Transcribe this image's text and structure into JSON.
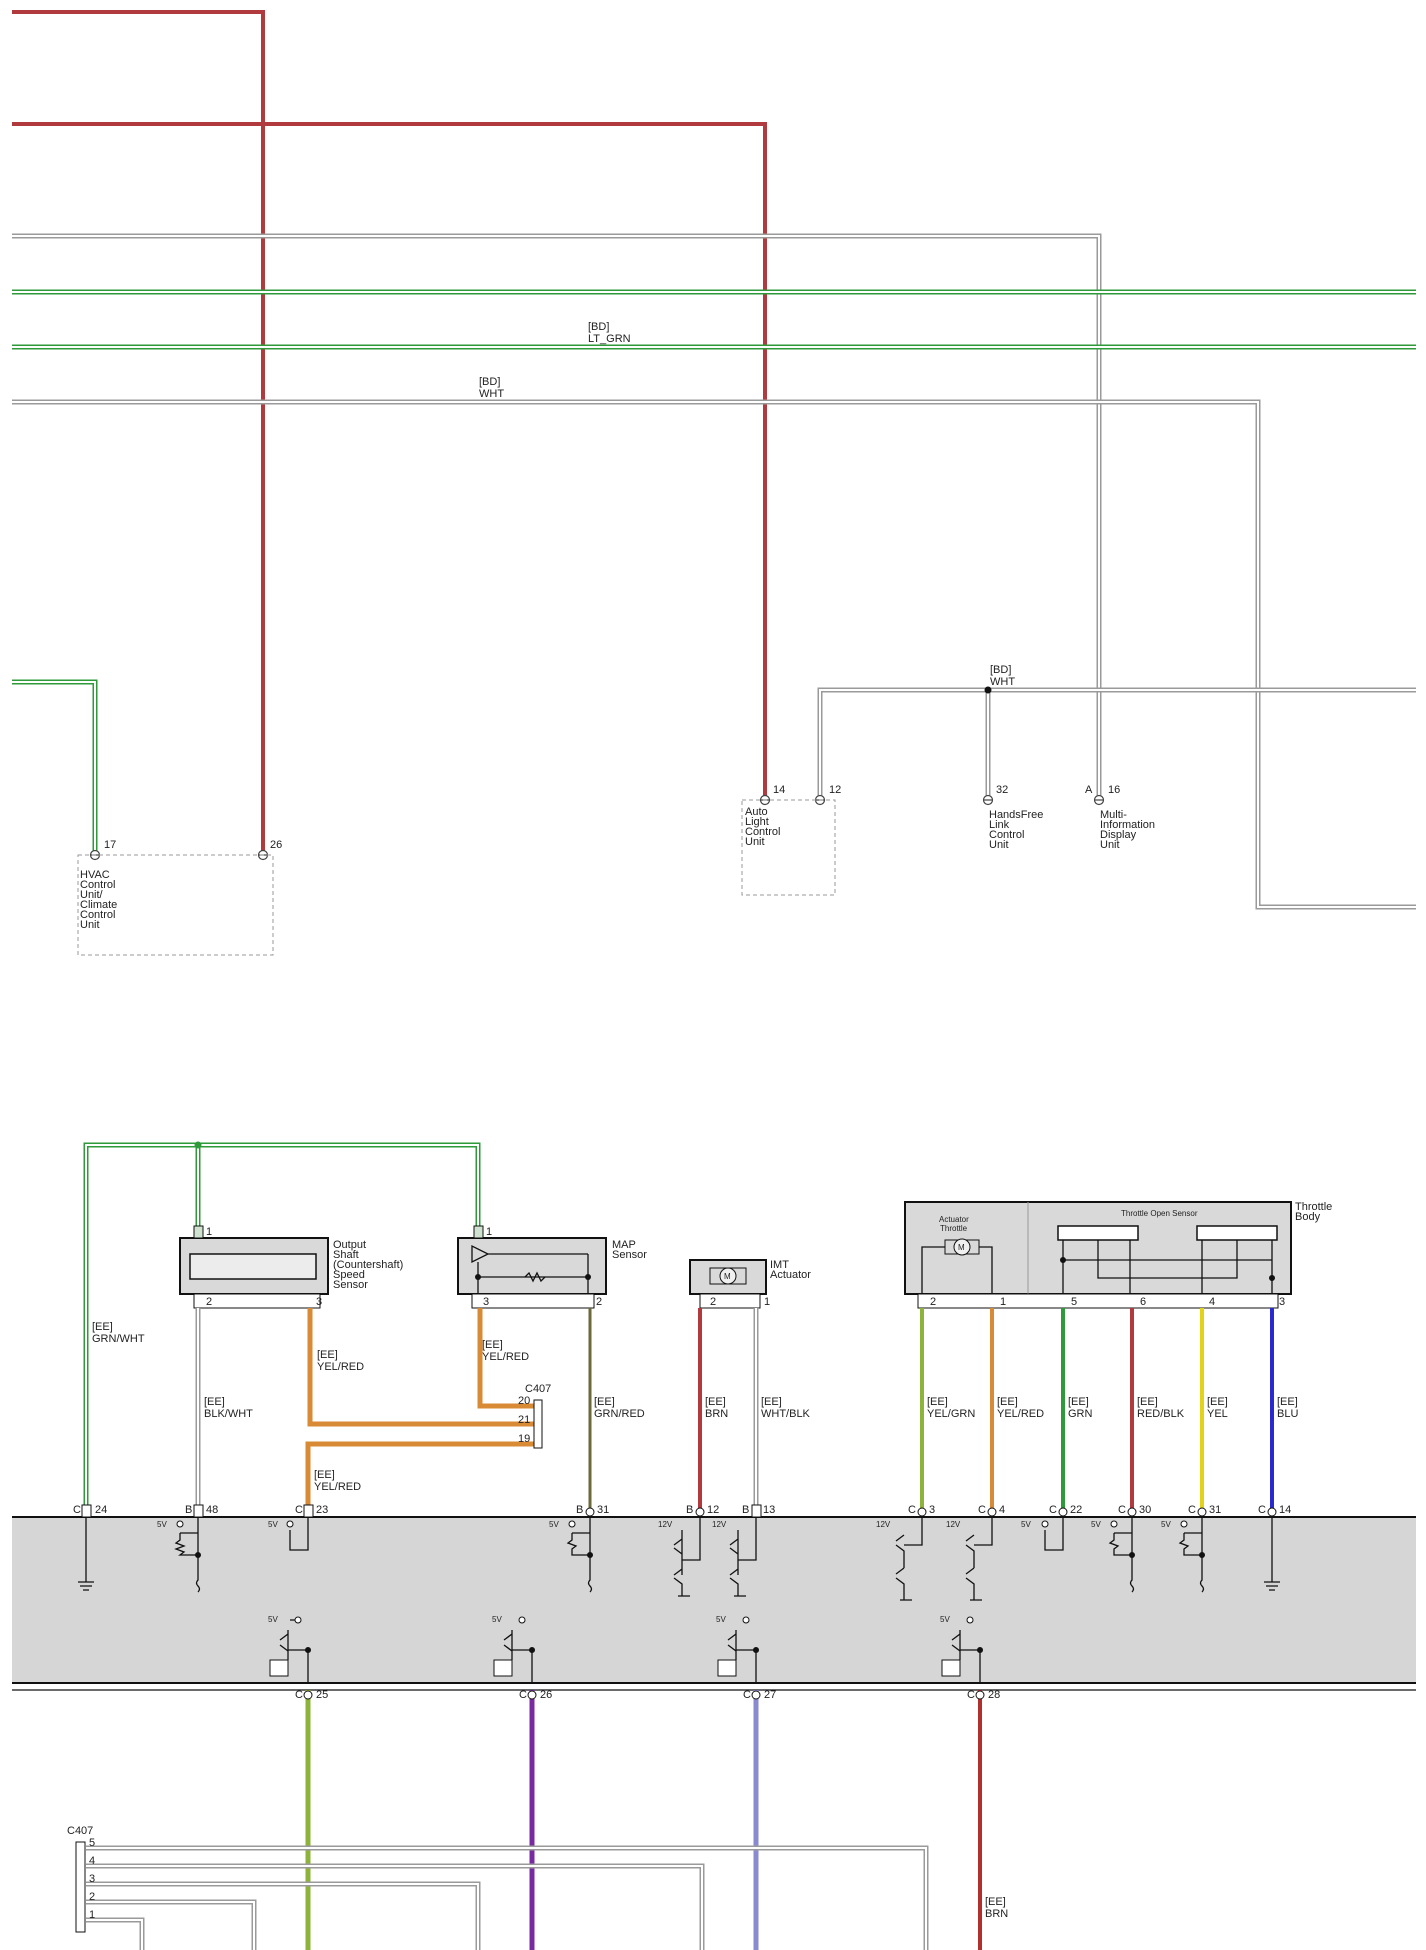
{
  "colors": {
    "red": "#b03a3e",
    "green": "#2e9a3a",
    "lt_green": "#3fb04a",
    "white_wire": "#9a9a9a",
    "orange": "#d98a35",
    "yel_grn": "#8db33a",
    "yel": "#e2d21a",
    "blu": "#2a2ad0",
    "purple": "#7a2aa0",
    "lt_blue": "#8a8ad0",
    "brn_red": "#b0302e",
    "ecm_fill": "#d6d6d6",
    "component_fill": "#d9d9d9"
  },
  "wire_labels": {
    "lt_grn": [
      "[BD]",
      "LT_GRN"
    ],
    "wht_top": [
      "[BD]",
      "WHT"
    ],
    "wht_mid": [
      "[BD]",
      "WHT"
    ],
    "grn_wht": [
      "[EE]",
      "GRN/WHT"
    ],
    "blk_wht": [
      "[EE]",
      "BLK/WHT"
    ],
    "yel_red_1": [
      "[EE]",
      "YEL/RED"
    ],
    "yel_red_2": [
      "[EE]",
      "YEL/RED"
    ],
    "yel_red_3": [
      "[EE]",
      "YEL/RED"
    ],
    "grn_red": [
      "[EE]",
      "GRN/RED"
    ],
    "brn": [
      "[EE]",
      "BRN"
    ],
    "wht_blk": [
      "[EE]",
      "WHT/BLK"
    ],
    "yel_grn": [
      "[EE]",
      "YEL/GRN"
    ],
    "yel_red_4": [
      "[EE]",
      "YEL/RED"
    ],
    "grn": [
      "[EE]",
      "GRN"
    ],
    "red_blk": [
      "[EE]",
      "RED/BLK"
    ],
    "yel": [
      "[EE]",
      "YEL"
    ],
    "blu": [
      "[EE]",
      "BLU"
    ],
    "brn_bottom": [
      "[EE]",
      "BRN"
    ]
  },
  "components": {
    "hvac": {
      "lines": [
        "HVAC",
        "Control",
        "Unit/",
        "Climate",
        "Control",
        "Unit"
      ],
      "pins": [
        "17",
        "26"
      ]
    },
    "auto_light": {
      "lines": [
        "Auto",
        "Light",
        "Control",
        "Unit"
      ],
      "pins": [
        "14",
        "12"
      ]
    },
    "handsfree": {
      "lines": [
        "HandsFree",
        "Link",
        "Control",
        "Unit"
      ],
      "pin": "32"
    },
    "mid": {
      "lines": [
        "Multi-",
        "Information",
        "Display",
        "Unit"
      ],
      "prefix": "A",
      "pin": "16"
    },
    "output_shaft": {
      "lines": [
        "Output",
        "Shaft",
        "(Countershaft)",
        "Speed",
        "Sensor"
      ],
      "pins": [
        "1",
        "2",
        "3"
      ]
    },
    "map_sensor": {
      "lines": [
        "MAP",
        "Sensor"
      ],
      "pins": [
        "1",
        "3",
        "2"
      ]
    },
    "imt": {
      "lines": [
        "IMT",
        "Actuator"
      ],
      "pins": [
        "2",
        "1"
      ]
    },
    "throttle_body": {
      "lines": [
        "Throttle",
        "Body"
      ],
      "actuator_label": [
        "Actuator",
        "Throttle"
      ],
      "sensor_label": "Throttle Open Sensor",
      "pins": [
        "2",
        "1",
        "5",
        "6",
        "4",
        "3"
      ]
    },
    "c407_mid": {
      "name": "C407",
      "pins": [
        "20",
        "21",
        "19"
      ]
    },
    "c407_bottom": {
      "name": "C407",
      "pins": [
        "5",
        "4",
        "3",
        "2",
        "1"
      ]
    }
  },
  "ecm_pins_upper": [
    {
      "conn": "C",
      "pin": "24"
    },
    {
      "conn": "B",
      "pin": "48"
    },
    {
      "conn": "C",
      "pin": "23"
    },
    {
      "conn": "B",
      "pin": "31"
    },
    {
      "conn": "B",
      "pin": "12"
    },
    {
      "conn": "B",
      "pin": "13"
    },
    {
      "conn": "C",
      "pin": "3"
    },
    {
      "conn": "C",
      "pin": "4"
    },
    {
      "conn": "C",
      "pin": "22"
    },
    {
      "conn": "C",
      "pin": "30"
    },
    {
      "conn": "C",
      "pin": "31"
    },
    {
      "conn": "C",
      "pin": "14"
    }
  ],
  "ecm_pins_lower": [
    {
      "conn": "C",
      "pin": "25"
    },
    {
      "conn": "C",
      "pin": "26"
    },
    {
      "conn": "C",
      "pin": "27"
    },
    {
      "conn": "C",
      "pin": "28"
    }
  ],
  "voltages": {
    "v5": "5V",
    "v12": "12V"
  }
}
